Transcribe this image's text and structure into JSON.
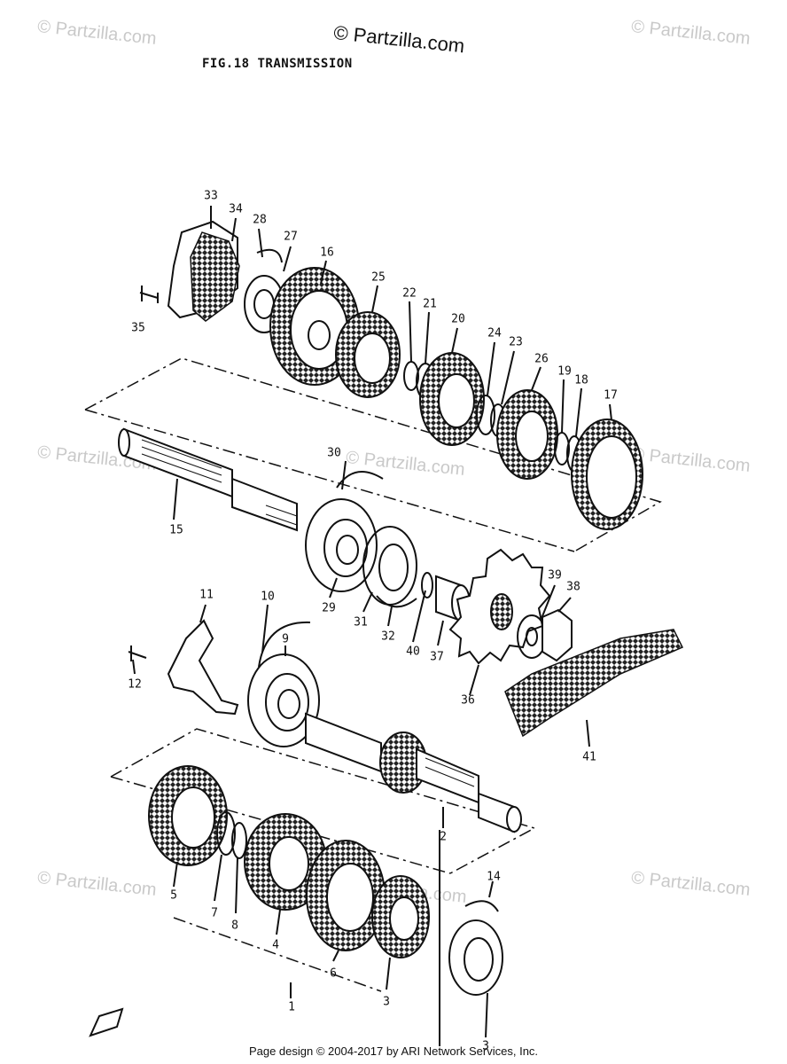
{
  "header": {
    "copyright": "© Partzilla.com",
    "figure_title": "FIG.18  TRANSMISSION"
  },
  "watermark": "© Partzilla.com",
  "footer": "Page design © 2004-2017 by ARI Network Services, Inc.",
  "callouts": [
    "33",
    "34",
    "28",
    "27",
    "16",
    "25",
    "22",
    "21",
    "20",
    "24",
    "23",
    "26",
    "19",
    "18",
    "17",
    "35",
    "30",
    "15",
    "29",
    "31",
    "32",
    "40",
    "37",
    "36",
    "39",
    "38",
    "11",
    "10",
    "9",
    "12",
    "41",
    "2",
    "5",
    "7",
    "8",
    "4",
    "6",
    "3",
    "1",
    "14",
    "3"
  ],
  "colors": {
    "ink": "#111111",
    "watermark": "#c9c9c9"
  }
}
